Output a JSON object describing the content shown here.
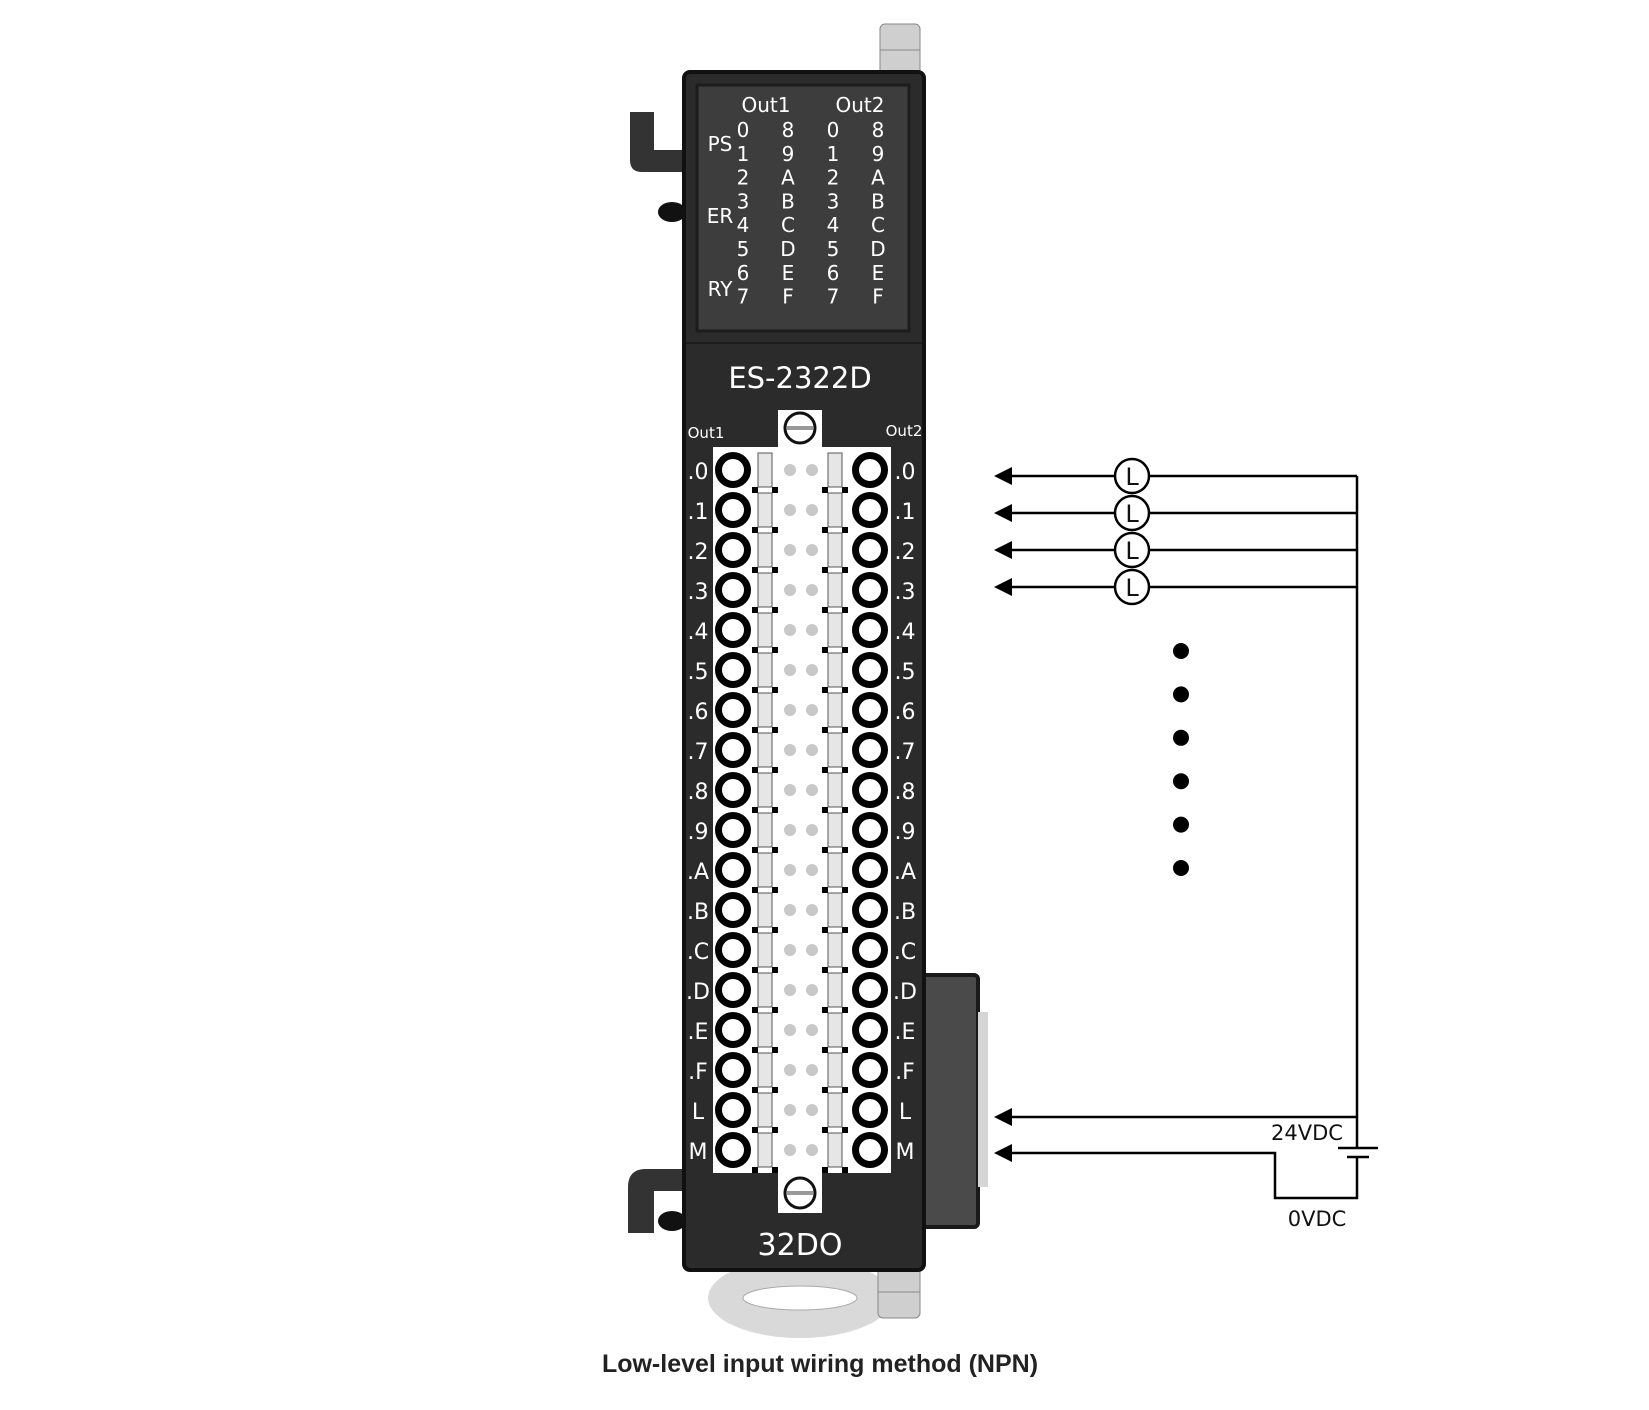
{
  "module": {
    "model": "ES-2322D",
    "type_label": "32DO",
    "led_panel": {
      "group_headers": [
        "Out1",
        "Out2"
      ],
      "status_labels": [
        "PS",
        "ER",
        "RY"
      ],
      "columns": [
        [
          "0",
          "1",
          "2",
          "3",
          "4",
          "5",
          "6",
          "7"
        ],
        [
          "8",
          "9",
          "A",
          "B",
          "C",
          "D",
          "E",
          "F"
        ],
        [
          "0",
          "1",
          "2",
          "3",
          "4",
          "5",
          "6",
          "7"
        ],
        [
          "8",
          "9",
          "A",
          "B",
          "C",
          "D",
          "E",
          "F"
        ]
      ]
    },
    "terminal_headers": {
      "left": "Out1",
      "right": "Out2"
    },
    "terminal_rows": [
      ".0",
      ".1",
      ".2",
      ".3",
      ".4",
      ".5",
      ".6",
      ".7",
      ".8",
      ".9",
      ".A",
      ".B",
      ".C",
      ".D",
      ".E",
      ".F",
      "L",
      "M"
    ]
  },
  "wiring": {
    "load_symbol": "L",
    "load_count": 4,
    "continuation_dots": 6,
    "supply_positive": "24VDC",
    "supply_negative": "0VDC"
  },
  "caption": "Low-level input wiring method (NPN)",
  "colors": {
    "body": "#2b2b2b",
    "panel": "#3d3d3d",
    "terminal_bg": "#ffffff",
    "wire": "#000000"
  }
}
